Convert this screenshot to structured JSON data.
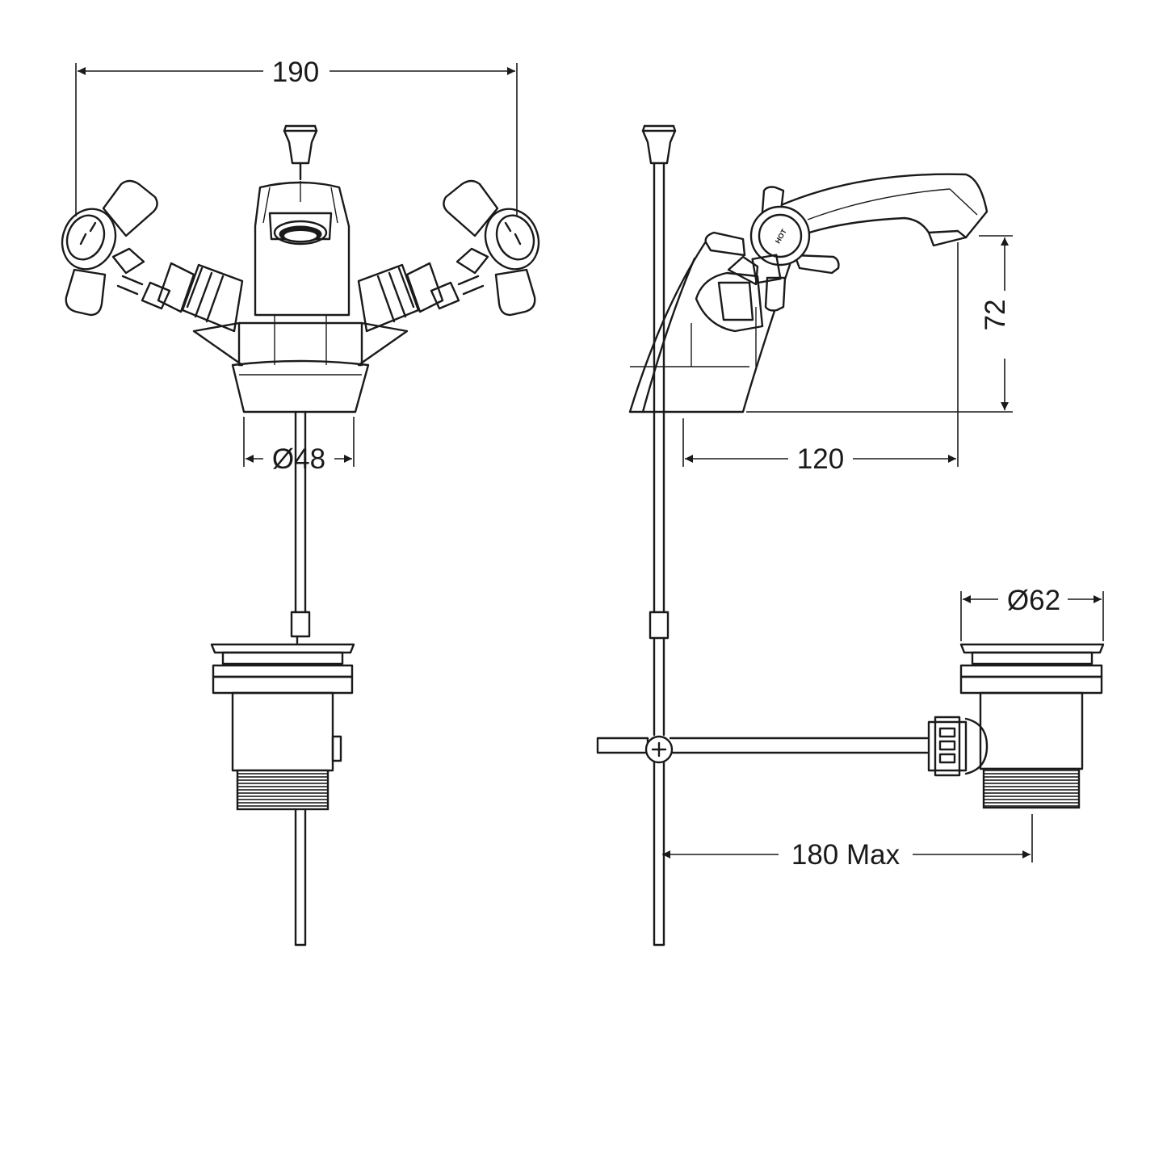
{
  "dimensions": {
    "overall_width": "190",
    "base_diameter": "Ø48",
    "spout_height": "72",
    "spout_projection": "120",
    "waste_diameter": "Ø62",
    "rod_reach": "180 Max"
  },
  "handle_label": "HOT",
  "colors": {
    "line": "#1a1a1a",
    "background": "#ffffff"
  }
}
